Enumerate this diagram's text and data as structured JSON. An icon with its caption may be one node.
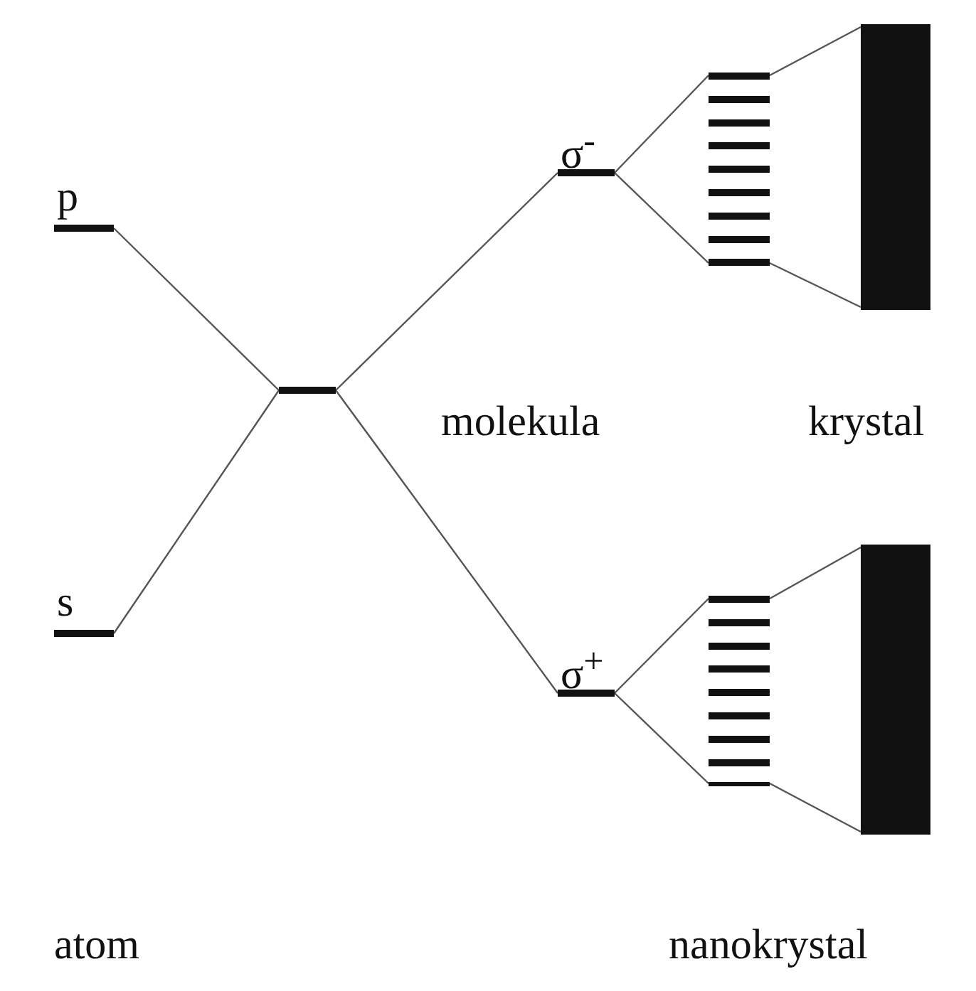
{
  "diagram": {
    "nodes": [
      {
        "text": [
          "p"
        ]
      },
      {
        "text": [
          "s"
        ]
      },
      {
        "text": [],
        "shape": "bar"
      },
      {
        "text": [
          "σ$^{-}$"
        ]
      },
      {
        "text": [
          "σ$^{+}$"
        ]
      },
      {
        "text": [],
        "shape": "bar"
      },
      {
        "text": [],
        "shape": "bar"
      },
      {
        "text": [],
        "shape": "bar"
      },
      {
        "text": [],
        "shape": "bar"
      }
    ],
    "edges": [
      {
        "from": 0,
        "to": 2,
        "arrow": "none"
      },
      {
        "from": 1,
        "to": 2,
        "arrow": "none"
      },
      {
        "from": 2,
        "to": 3,
        "arrow": "none"
      },
      {
        "from": 2,
        "to": 4,
        "arrow": "none"
      },
      {
        "from": 3,
        "to": 5,
        "arrow": "none"
      },
      {
        "from": 3,
        "to": 5,
        "arrow": "none"
      },
      {
        "from": 5,
        "to": 6,
        "arrow": "none"
      },
      {
        "from": 5,
        "to": 6,
        "arrow": "none"
      },
      {
        "from": 4,
        "to": 7,
        "arrow": "none"
      },
      {
        "from": 4,
        "to": 7,
        "arrow": "none"
      },
      {
        "from": 7,
        "to": 8,
        "arrow": "none"
      },
      {
        "from": 7,
        "to": 8,
        "arrow": "none"
      }
    ],
    "labels": [
      "molekula",
      "krystal",
      "atom",
      "nanokrystal"
    ]
  }
}
